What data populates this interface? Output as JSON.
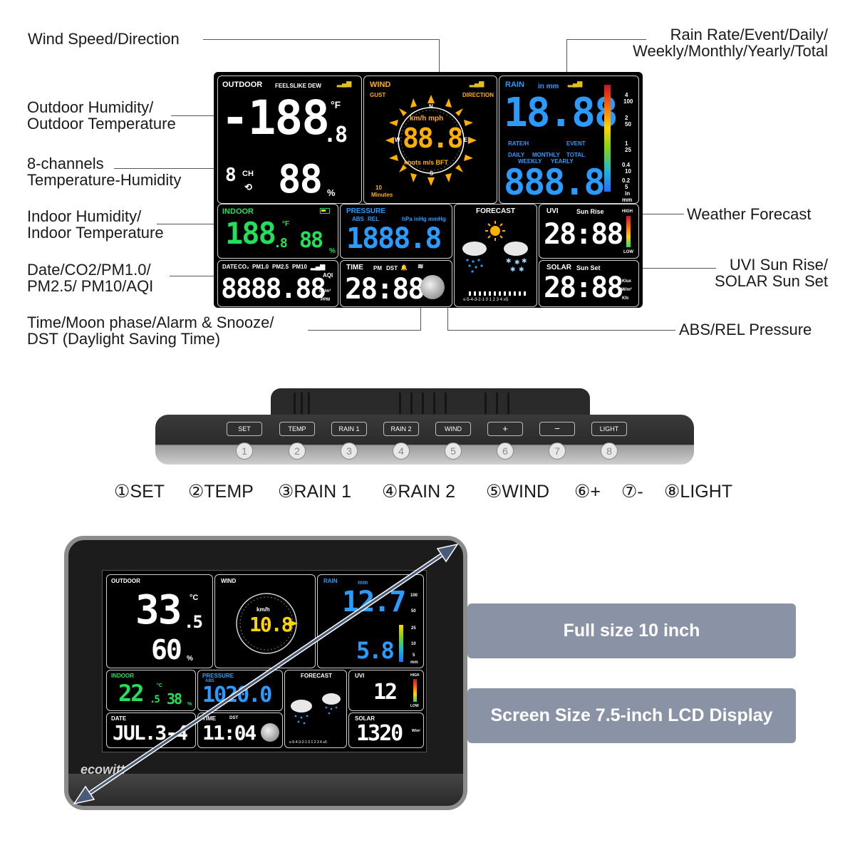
{
  "annotations": {
    "wind": "Wind Speed/Direction",
    "rain_line1": "Rain Rate/Event/Daily/",
    "rain_line2": "Weekly/Monthly/Yearly/Total",
    "outdoor_line1": "Outdoor Humidity/",
    "outdoor_line2": "Outdoor Temperature",
    "channels_line1": "8-channels",
    "channels_line2": "Temperature-Humidity",
    "forecast": "Weather Forecast",
    "indoor_line1": "Indoor Humidity/",
    "indoor_line2": "Indoor Temperature",
    "uvi_line1": "UVI Sun Rise/",
    "uvi_line2": "SOLAR Sun Set",
    "date_line1": "Date/CO2/PM1.0/",
    "date_line2": "PM2.5/ PM10/AQI",
    "pressure": "ABS/REL Pressure",
    "time_line1": "Time/Moon phase/Alarm & Snooze/",
    "time_line2": "DST (Daylight Saving Time)"
  },
  "lcd": {
    "outdoor": {
      "label": "OUTDOOR",
      "sub": "FEELSLIKE DEW",
      "temp": "-188",
      "temp_dec": ".8",
      "unit": "°F",
      "hum": "88",
      "hum_unit": "%",
      "ch": "8",
      "ch_label": "CH"
    },
    "wind": {
      "label": "WIND",
      "gust": "GUST",
      "direction": "DIRECTION",
      "units_top": "km/h  mph",
      "value": "88.8",
      "units_bottom": "knots  m/s  BFT",
      "minutes": "10",
      "minutes_label": "Minutes",
      "n": "N",
      "s": "S",
      "e": "E",
      "w": "W"
    },
    "rain": {
      "label": "RAIN",
      "unit": "in mm",
      "value1": "18.88",
      "rate": "RATE/H",
      "event": "EVENT",
      "daily": "DAILY",
      "monthly": "MONTHLY",
      "total": "TOTAL",
      "weekly": "WEEKLY",
      "yearly": "YEARLY",
      "value2": "888.8",
      "scale": [
        "4",
        "100",
        "2",
        "50",
        "1",
        "25",
        "0.4",
        "10",
        "0.2",
        "5",
        "in",
        "mm"
      ]
    },
    "indoor": {
      "label": "INDOOR",
      "temp": "188",
      "temp_dec": ".8",
      "unit": "°F",
      "hum": "88",
      "hum_unit": "%"
    },
    "pressure": {
      "label": "PRESSURE",
      "abs": "ABS",
      "rel": "REL",
      "units": "hPa inHg mmHg",
      "value": "1888.8"
    },
    "forecast": {
      "label": "FORECAST",
      "scale": "≤-5-4-3-2-1 0 1 2 3 4 ≥5"
    },
    "uvi": {
      "label": "UVI",
      "sunrise": "Sun Rise",
      "value": "28:88",
      "high": "HIGH",
      "low": "LOW"
    },
    "solar": {
      "label": "SOLAR",
      "sunset": "Sun Set",
      "value": "28:88",
      "u1": "Klux",
      "u2": "W/m²",
      "u3": "Kfc"
    },
    "date": {
      "label": "DATE",
      "co2": "CO₂",
      "pm1": "PM1.0",
      "pm25": "PM2.5",
      "pm10": "PM10",
      "value": "8888.88",
      "aqi": "AQI",
      "ugm3": "ug/m³",
      "ppm": "PPM"
    },
    "time": {
      "label": "TIME",
      "pm": "PM",
      "dst": "DST",
      "value": "28:88"
    }
  },
  "buttons": [
    {
      "key": "SET",
      "num": "1"
    },
    {
      "key": "TEMP",
      "num": "2"
    },
    {
      "key": "RAIN 1",
      "num": "3"
    },
    {
      "key": "RAIN 2",
      "num": "4"
    },
    {
      "key": "WIND",
      "num": "5"
    },
    {
      "key": "+",
      "num": "6"
    },
    {
      "key": "−",
      "num": "7"
    },
    {
      "key": "LIGHT",
      "num": "8"
    }
  ],
  "legend": [
    "①SET",
    "②TEMP",
    "③RAIN 1",
    "④RAIN 2",
    "⑤WIND",
    "⑥+",
    "⑦-",
    "⑧LIGHT"
  ],
  "device": {
    "brand": "ecowitt",
    "outdoor": {
      "label": "OUTDOOR",
      "temp": "33",
      "dec": ".5",
      "unit": "°C",
      "hum": "60",
      "hum_unit": "%"
    },
    "wind": {
      "label": "WIND",
      "unit": "km/h",
      "value": "10.8"
    },
    "rain": {
      "label": "RAIN",
      "unit": "mm",
      "value1": "12.7",
      "value2": "5.8",
      "scale": [
        "100",
        "50",
        "25",
        "10",
        "5",
        "mm"
      ]
    },
    "indoor": {
      "label": "INDOOR",
      "temp": "22",
      "dec": ".5",
      "unit": "°C",
      "hum": "38",
      "hum_unit": "%"
    },
    "pressure": {
      "label": "PRESSURE",
      "abs": "ABS",
      "value": "1020.0"
    },
    "forecast": {
      "label": "FORECAST",
      "scale": "≤-5-4-3-2-1 0 1 2 3 4 ≥5"
    },
    "uvi": {
      "label": "UVI",
      "value": "12",
      "high": "HIGH",
      "low": "LOW"
    },
    "date": {
      "label": "DATE",
      "value": "JUL.3-4"
    },
    "time": {
      "label": "TIME",
      "value": "11:04",
      "dst": "DST"
    },
    "solar": {
      "label": "SOLAR",
      "value": "1320",
      "unit": "W/m²"
    }
  },
  "info": {
    "size": "Full size 10 inch",
    "screen": "Screen Size 7.5-inch LCD Display"
  },
  "colors": {
    "green": "#22e05a",
    "blue": "#2a9bff",
    "orange": "#ffb000",
    "bg": "#000000"
  }
}
